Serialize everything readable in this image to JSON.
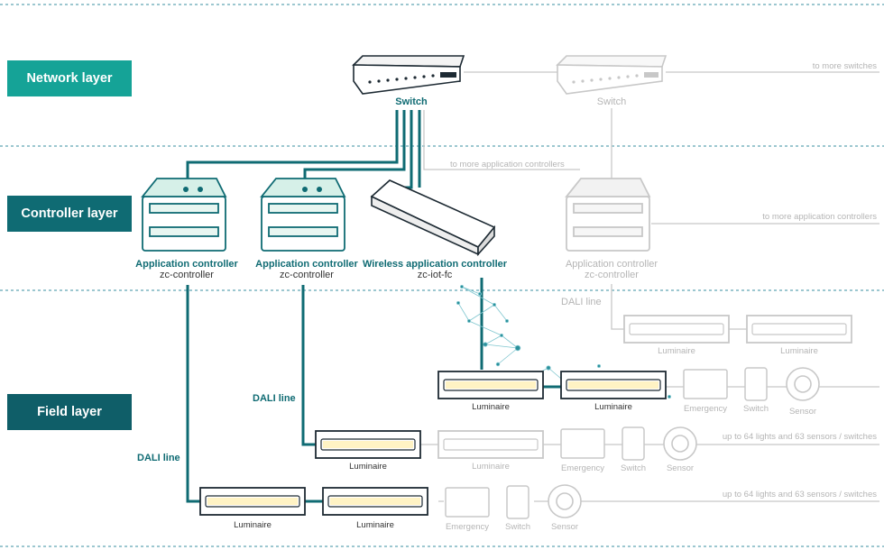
{
  "layers": {
    "network": "Network layer",
    "controller": "Controller layer",
    "field": "Field layer"
  },
  "switches": {
    "main": "Switch",
    "secondary": "Switch",
    "more": "to more switches"
  },
  "controllers": {
    "c1": {
      "title": "Application controller",
      "model": "zc-controller"
    },
    "c2": {
      "title": "Application controller",
      "model": "zc-controller"
    },
    "wireless": {
      "title": "Wireless application controller",
      "model": "zc-iot-fc"
    },
    "c4": {
      "title": "Application controller",
      "model": "zc-controller"
    },
    "more_from_switch": "to more application controllers",
    "more_right": "to more application controllers"
  },
  "dali": {
    "line1": "DALI line",
    "line2": "DALI line",
    "line_grey": "DALI line"
  },
  "devices": {
    "luminaire": "Luminaire",
    "emergency": "Emergency",
    "switch": "Switch",
    "sensor": "Sensor"
  },
  "limits": {
    "row1": "up to 64 lights and 63 sensors / switches",
    "row2": "up to 64 lights and 63 sensors / switches"
  },
  "colors": {
    "teal_network": "#15a397",
    "teal_dark": "#0f6b73",
    "grey": "#c8c8c8"
  }
}
